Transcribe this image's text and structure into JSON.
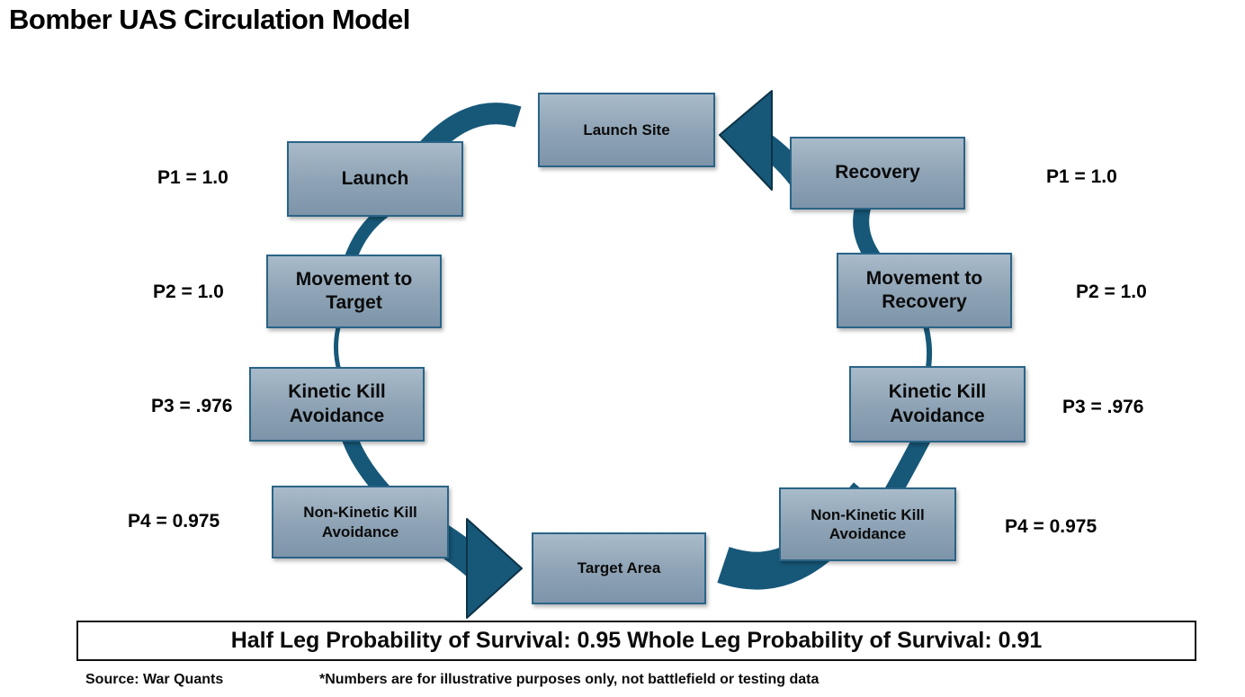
{
  "title": "Bomber UAS Circulation Model",
  "colors": {
    "arrow_fill": "#175879",
    "arrow_edge": "#0d3246",
    "box_fill_top": "#a9bbca",
    "box_fill_bottom": "#7d94a9",
    "box_border": "#2a6487",
    "text": "#000000"
  },
  "diagram": {
    "nodes": {
      "launch_site": {
        "label": "Launch Site"
      },
      "launch": {
        "label": "Launch"
      },
      "movement_to_target": {
        "label": "Movement to Target"
      },
      "kinetic_kill_left": {
        "label": "Kinetic Kill Avoidance"
      },
      "non_kinetic_left": {
        "label": "Non-Kinetic Kill Avoidance"
      },
      "target_area": {
        "label": "Target Area"
      },
      "non_kinetic_right": {
        "label": "Non-Kinetic Kill Avoidance"
      },
      "kinetic_kill_right": {
        "label": "Kinetic Kill Avoidance"
      },
      "movement_to_recovery": {
        "label": "Movement to Recovery"
      },
      "recovery": {
        "label": "Recovery"
      }
    },
    "probability_labels": {
      "left": [
        "P1 = 1.0",
        "P2 = 1.0",
        "P3 = .976",
        "P4 = 0.975"
      ],
      "right": [
        "P1 = 1.0",
        "P2 = 1.0",
        "P3 = .976",
        "P4 = 0.975"
      ]
    }
  },
  "summary": {
    "text": "Half Leg Probability of Survival: 0.95 Whole Leg Probability of Survival: 0.91"
  },
  "footer": {
    "source": "Source: War Quants",
    "disclaimer": "*Numbers are for illustrative purposes only, not battlefield or testing data"
  }
}
